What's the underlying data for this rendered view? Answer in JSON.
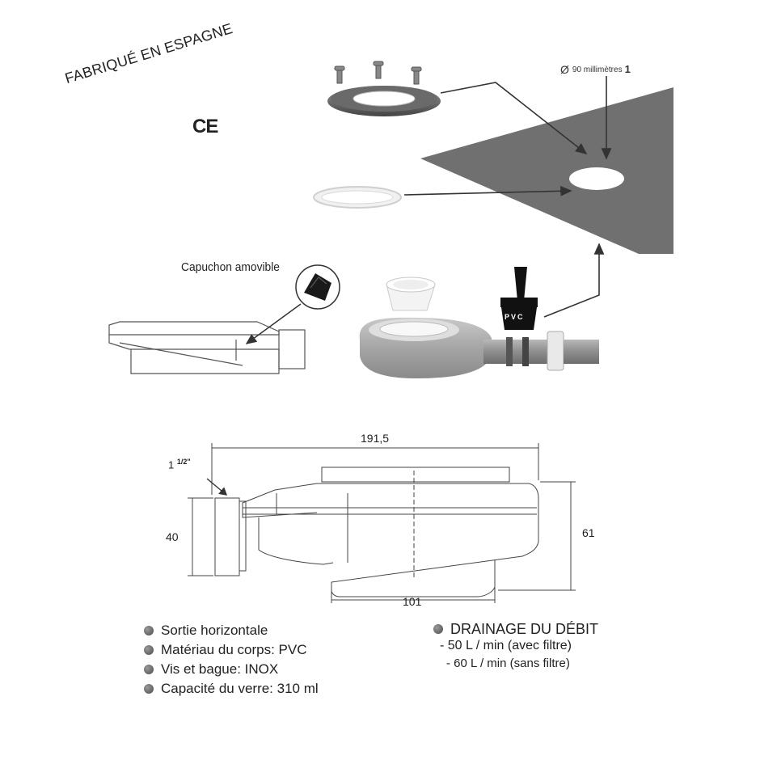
{
  "header": {
    "made_in": "FABRIQUÉ EN ESPAGNE",
    "ce_mark": "CE"
  },
  "diameter_label": {
    "symbol": "Ø",
    "text": "90 millimètres",
    "suffix": "1"
  },
  "callouts": {
    "cap_label": "Capuchon amovible",
    "glue_label": "PVC"
  },
  "drawing": {
    "outlet_label": "1",
    "outlet_fraction": "1/2\"",
    "total_length": "191,5",
    "outlet_height": "40",
    "total_height": "61",
    "bottom_width": "101"
  },
  "specs": [
    "Sortie horizontale",
    "Matériau du corps: PVC",
    "Vis et bague: INOX",
    "Capacité du verre: 310 ml"
  ],
  "drainage": {
    "title": "DRAINAGE DU DÉBIT",
    "lines": [
      "- 50 L / min (avec filtre)",
      "- 60 L / min (sans filtre)"
    ]
  },
  "colors": {
    "sheet": "#6f6f6f",
    "drain_body": "#a9a9a9",
    "line": "#333333"
  }
}
